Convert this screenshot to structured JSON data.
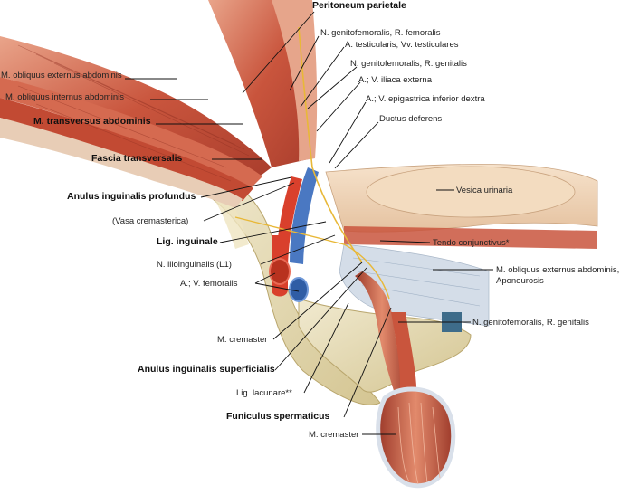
{
  "labels": {
    "peritoneum_parietale": "Peritoneum parietale",
    "gf_r_femoralis": "N. genitofemoralis, R. femoralis",
    "a_testicularis": "A. testicularis; Vv. testiculares",
    "obliquus_externus": "M. obliquus externus abdominis",
    "gf_r_genitalis_top": "N. genitofemoralis, R. genitalis",
    "obliquus_internus": "M. obliquus internus abdominis",
    "iliaca_externa": "A.; V. iliaca externa",
    "epigastrica": "A.; V. epigastrica inferior dextra",
    "transversus": "M. transversus abdominis",
    "ductus_deferens": "Ductus deferens",
    "fascia_transversalis": "Fascia transversalis",
    "vesica": "Vesica urinaria",
    "anulus_profundus": "Anulus inguinalis profundus",
    "vasa_cremasterica": "(Vasa cremasterica)",
    "lig_inguinale": "Lig. inguinale",
    "tendo": "Tendo conjunctivus*",
    "ilioinguinalis": "N. ilioinguinalis (L1)",
    "aponeurosis_1": "M. obliquus externus abdominis,",
    "aponeurosis_2": "Aponeurosis",
    "femoralis": "A.; V. femoralis",
    "gf_r_genitalis_bottom": "N. genitofemoralis, R. genitalis",
    "cremaster_upper": "M. cremaster",
    "anulus_superficialis": "Anulus inguinalis superficialis",
    "lig_lacunare": "Lig. lacunare**",
    "funiculus": "Funiculus spermaticus",
    "cremaster_lower": "M. cremaster"
  },
  "colors": {
    "muscle": "#c8553f",
    "muscle_light": "#e4977e",
    "bone": "#e6dcae",
    "artery": "#d9402c",
    "vein": "#4a78c2",
    "nerve": "#e8b838",
    "fascia": "#d4dde8",
    "peritoneum": "#efd3b5",
    "leader": "#111111"
  }
}
